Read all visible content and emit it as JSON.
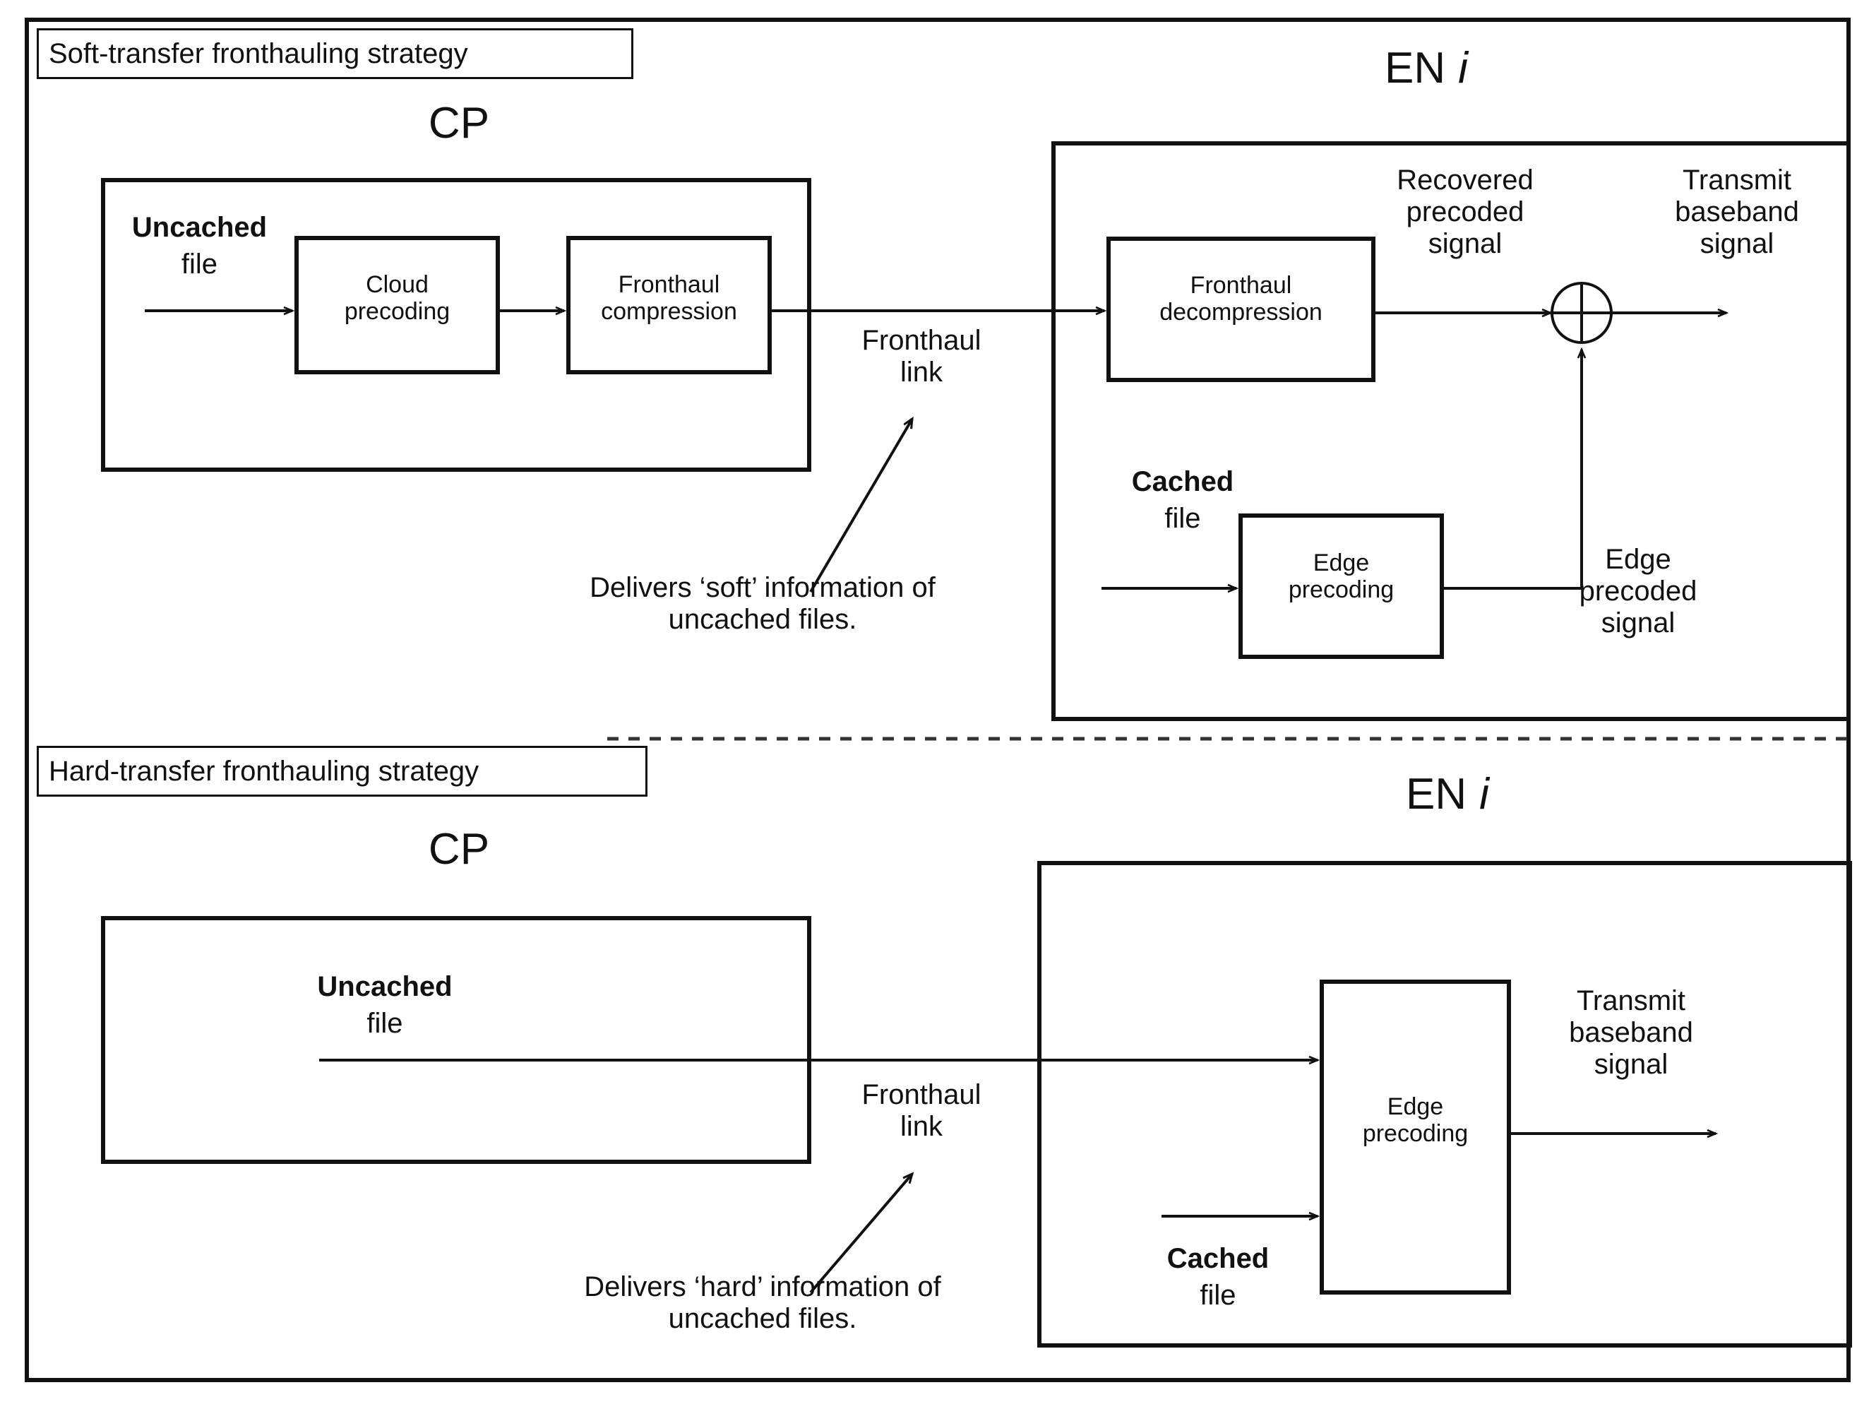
{
  "diagram": {
    "title_top": "Soft-transfer fronthauling strategy",
    "title_bottom": "Hard-transfer fronthauling strategy",
    "sections": {
      "soft": {
        "cp_label": "CP",
        "en_label": "EN",
        "en_index": "i",
        "cp_input_label_bold": "Uncached",
        "cp_input_label_plain": "file",
        "block_cloud_precoding": "Cloud\nprecoding",
        "block_fronthaul_compression": "Fronthaul\ncompression",
        "fronthaul_link_label": "Fronthaul\nlink",
        "fronthaul_note": "Delivers ‘soft’ information of\nuncached files.",
        "block_fronthaul_decompression": "Fronthaul\ndecompression",
        "recovered_signal_label": "Recovered\nprecoded\nsignal",
        "transmit_signal_label": "Transmit\nbaseband\nsignal",
        "en_input_label_bold": "Cached",
        "en_input_label_plain": "file",
        "block_edge_precoding": "Edge\nprecoding",
        "edge_precoded_signal_label": "Edge\nprecoded\nsignal",
        "adder_symbol": "plus-circle"
      },
      "hard": {
        "cp_label": "CP",
        "en_label": "EN",
        "en_index": "i",
        "cp_input_label_bold": "Uncached",
        "cp_input_label_plain": "file",
        "fronthaul_link_label": "Fronthaul\nlink",
        "fronthaul_note": "Delivers ‘hard’ information of\nuncached files.",
        "block_edge_precoding": "Edge\nprecoding",
        "en_input_label_bold": "Cached",
        "en_input_label_plain": "file",
        "transmit_signal_label": "Transmit\nbaseband\nsignal"
      }
    },
    "colors": {
      "stroke": "#111111",
      "background": "#ffffff",
      "divider": "#333333"
    }
  }
}
